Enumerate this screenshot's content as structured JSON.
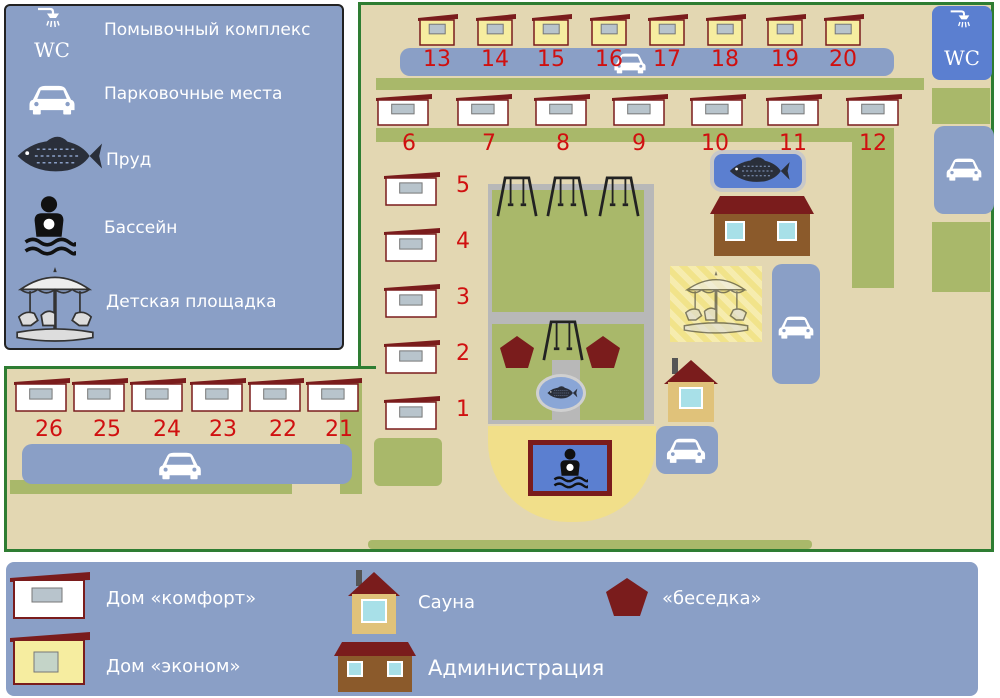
{
  "legend_top": {
    "wc_glyph": "WC",
    "wc": "Помывочный комплекс",
    "parking": "Парковочные места",
    "pond": "Пруд",
    "pool": "Бассейн",
    "playground": "Детская площадка"
  },
  "legend_bottom": {
    "comfort": "Дом «комфорт»",
    "econom": "Дом «эконом»",
    "sauna": "Сауна",
    "admin": "Администрация",
    "gazebo": "«беседка»"
  },
  "wc_right_glyph": "WC",
  "houses": {
    "econom_top": [
      "13",
      "14",
      "15",
      "16",
      "17",
      "18",
      "19",
      "20"
    ],
    "comfort_row": [
      "6",
      "7",
      "8",
      "9",
      "10",
      "11",
      "12"
    ],
    "comfort_column": [
      "5",
      "4",
      "3",
      "2",
      "1"
    ],
    "comfort_left": [
      "26",
      "25",
      "24",
      "23",
      "22",
      "21"
    ]
  },
  "colors": {
    "ground": "#e3d7b2",
    "grass": "#a9b86a",
    "legend": "#8a9fc6",
    "border": "#2e7d32",
    "house_number": "#d01010",
    "gazebo": "#7a1c1c"
  }
}
